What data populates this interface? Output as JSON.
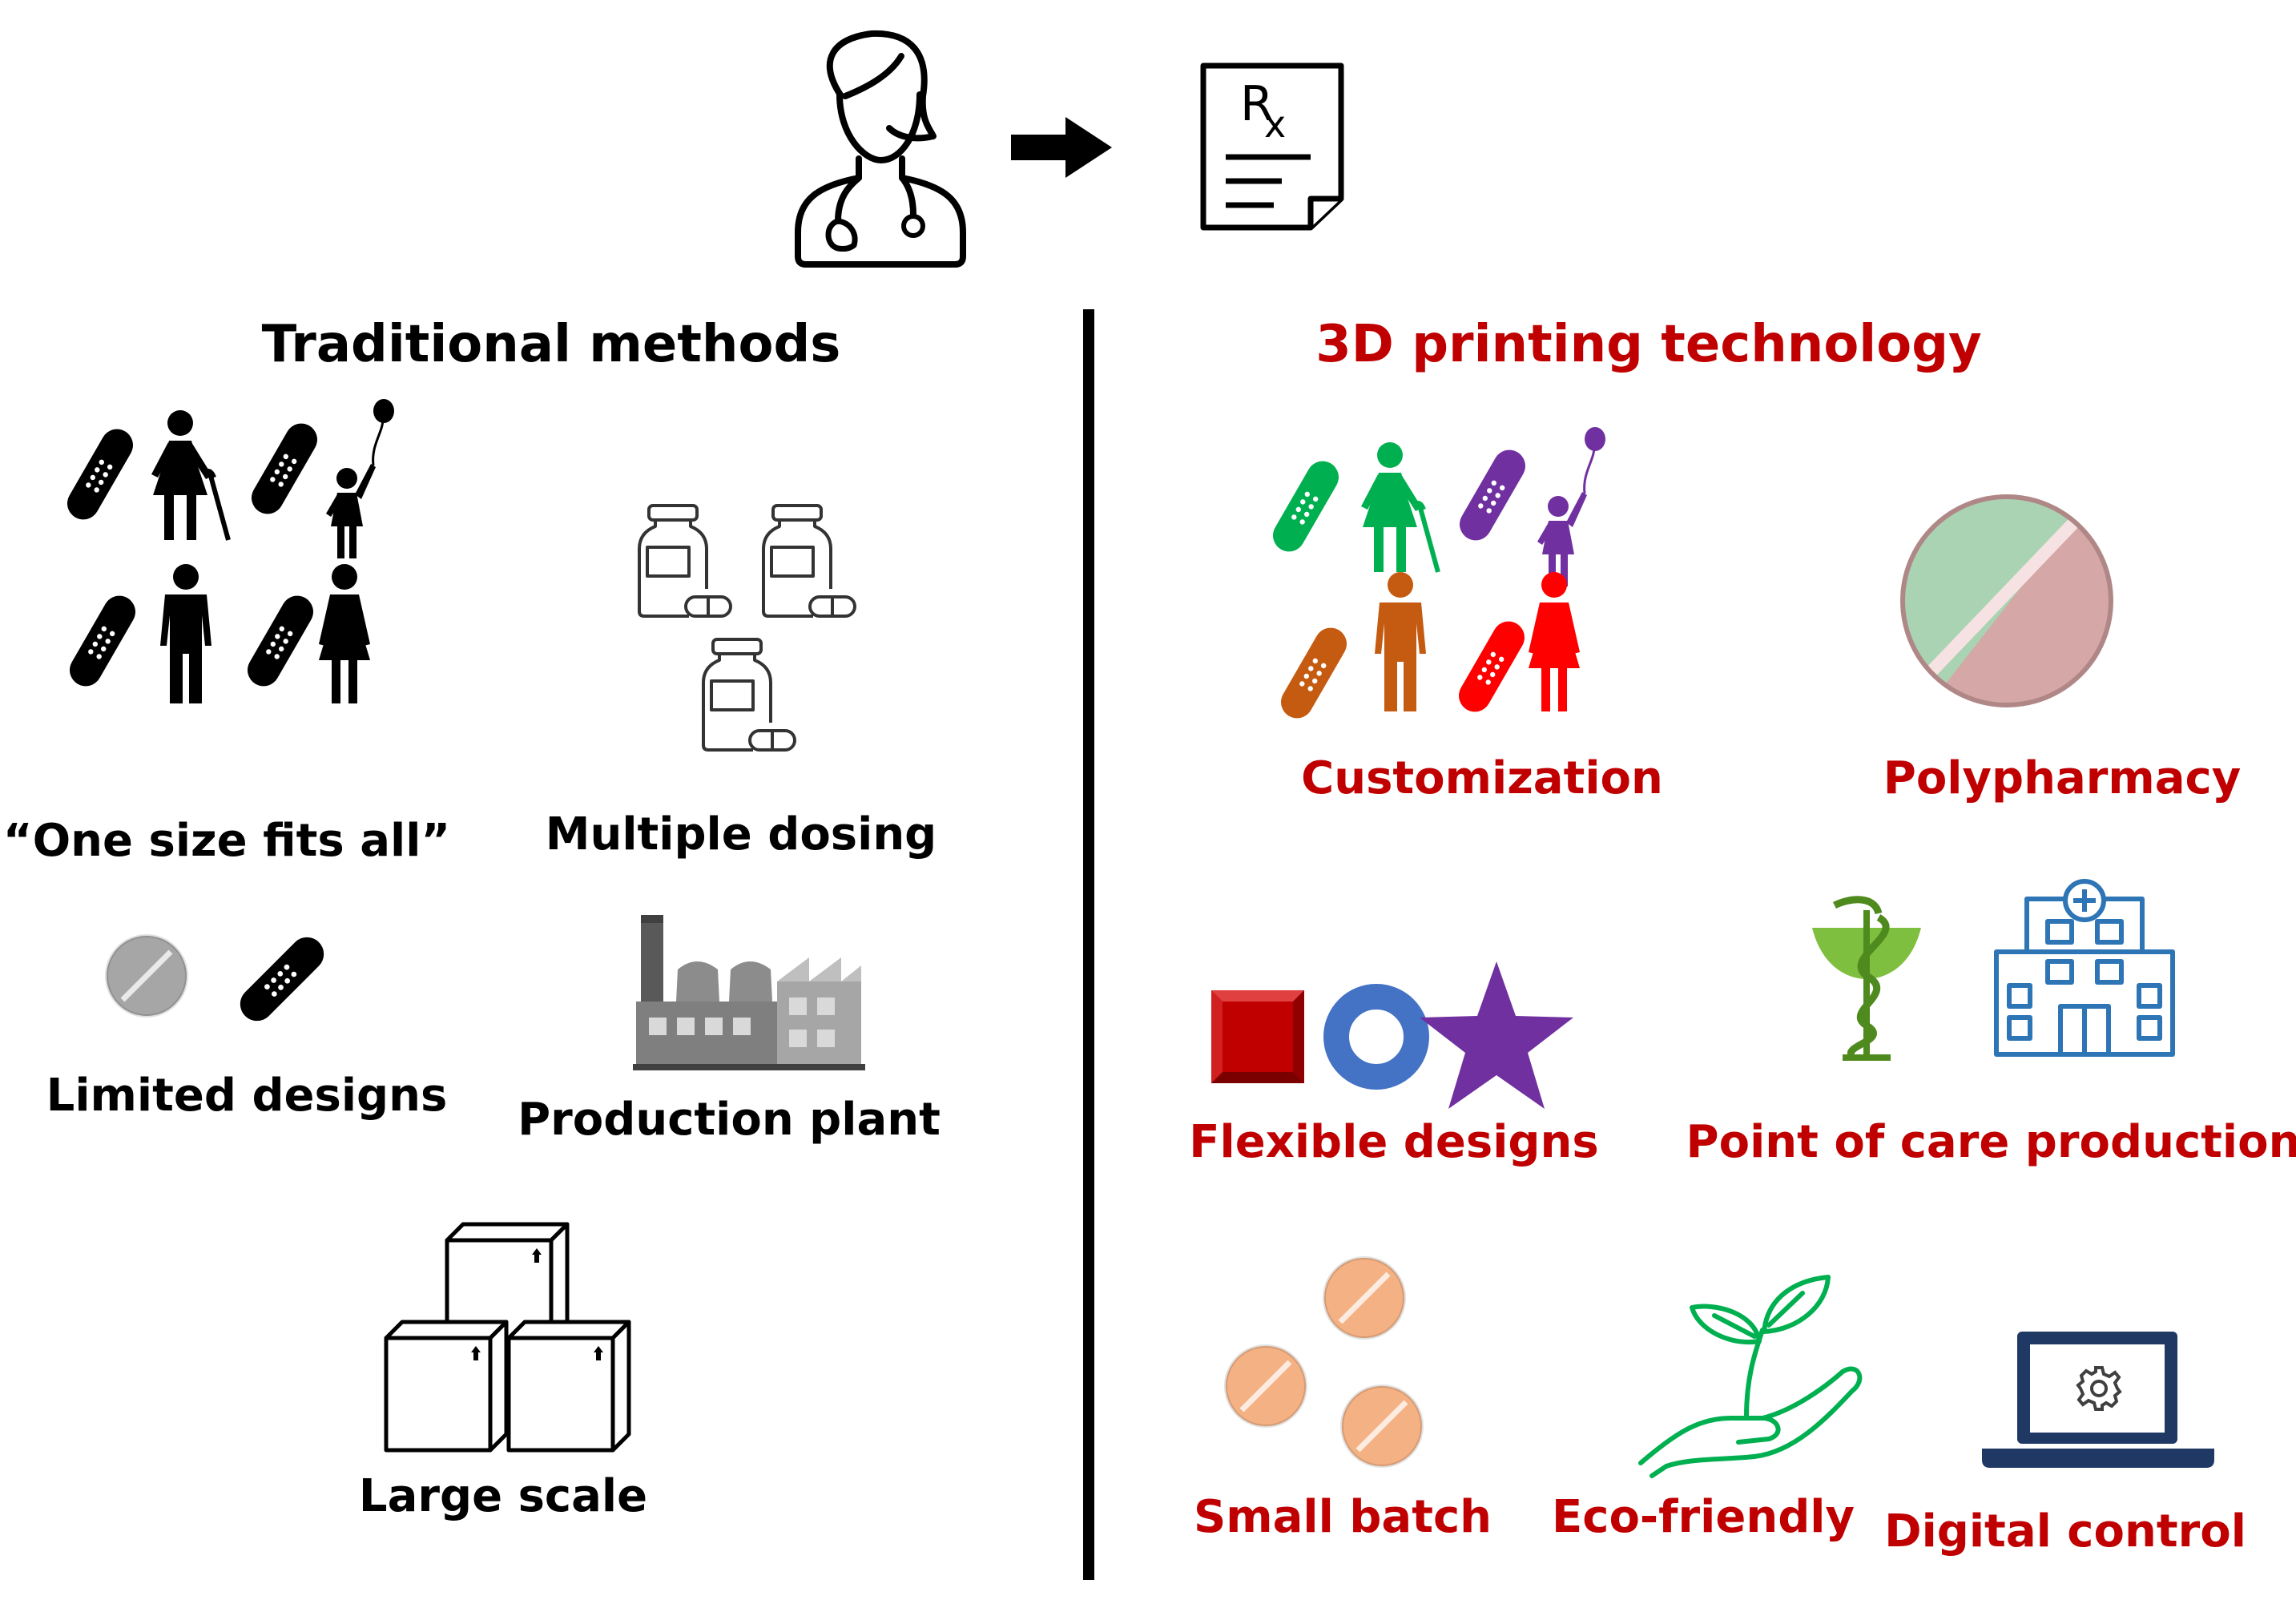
{
  "left": {
    "heading": "Traditional methods",
    "captions": {
      "one_size": "“One size fits all”",
      "multiple_dosing": "Multiple dosing",
      "limited_designs": "Limited designs",
      "production_plant": "Production plant",
      "large_scale": "Large scale"
    }
  },
  "right": {
    "heading": "3D printing technology",
    "captions": {
      "customization": "Customization",
      "polypharmacy": "Polypharmacy",
      "flexible_designs": "Flexible designs",
      "point_of_care": "Point of care production",
      "small_batch": "Small batch",
      "eco_friendly": "Eco-friendly",
      "digital_control": "Digital control"
    }
  },
  "prescription": {
    "symbol_r": "R",
    "symbol_x": "x"
  },
  "colors": {
    "text_black": "#000000",
    "accent_red": "#c00000",
    "green": "#00b050",
    "purple": "#7030a0",
    "orange": "#c55a11",
    "red": "#ff0000",
    "ring_blue": "#4472c4",
    "star_purple": "#7030a0",
    "square_red": "#c00000",
    "tablet_peach": "#f4b183",
    "leaf_green": "#00b050",
    "hospital_blue": "#2e75b6",
    "laptop_navy": "#1f3864"
  },
  "icons": [
    "doctor-icon",
    "arrow-right-icon",
    "prescription-icon",
    "bandage-icon",
    "elderly-person-icon",
    "child-balloon-icon",
    "man-icon",
    "woman-icon",
    "medicine-bottle-icon",
    "tablet-icon",
    "factory-icon",
    "box-icon",
    "polypill-icon",
    "square-icon",
    "ring-icon",
    "star-icon",
    "rod-of-asclepius-icon",
    "hospital-icon",
    "hand-plant-icon",
    "laptop-gear-icon"
  ]
}
